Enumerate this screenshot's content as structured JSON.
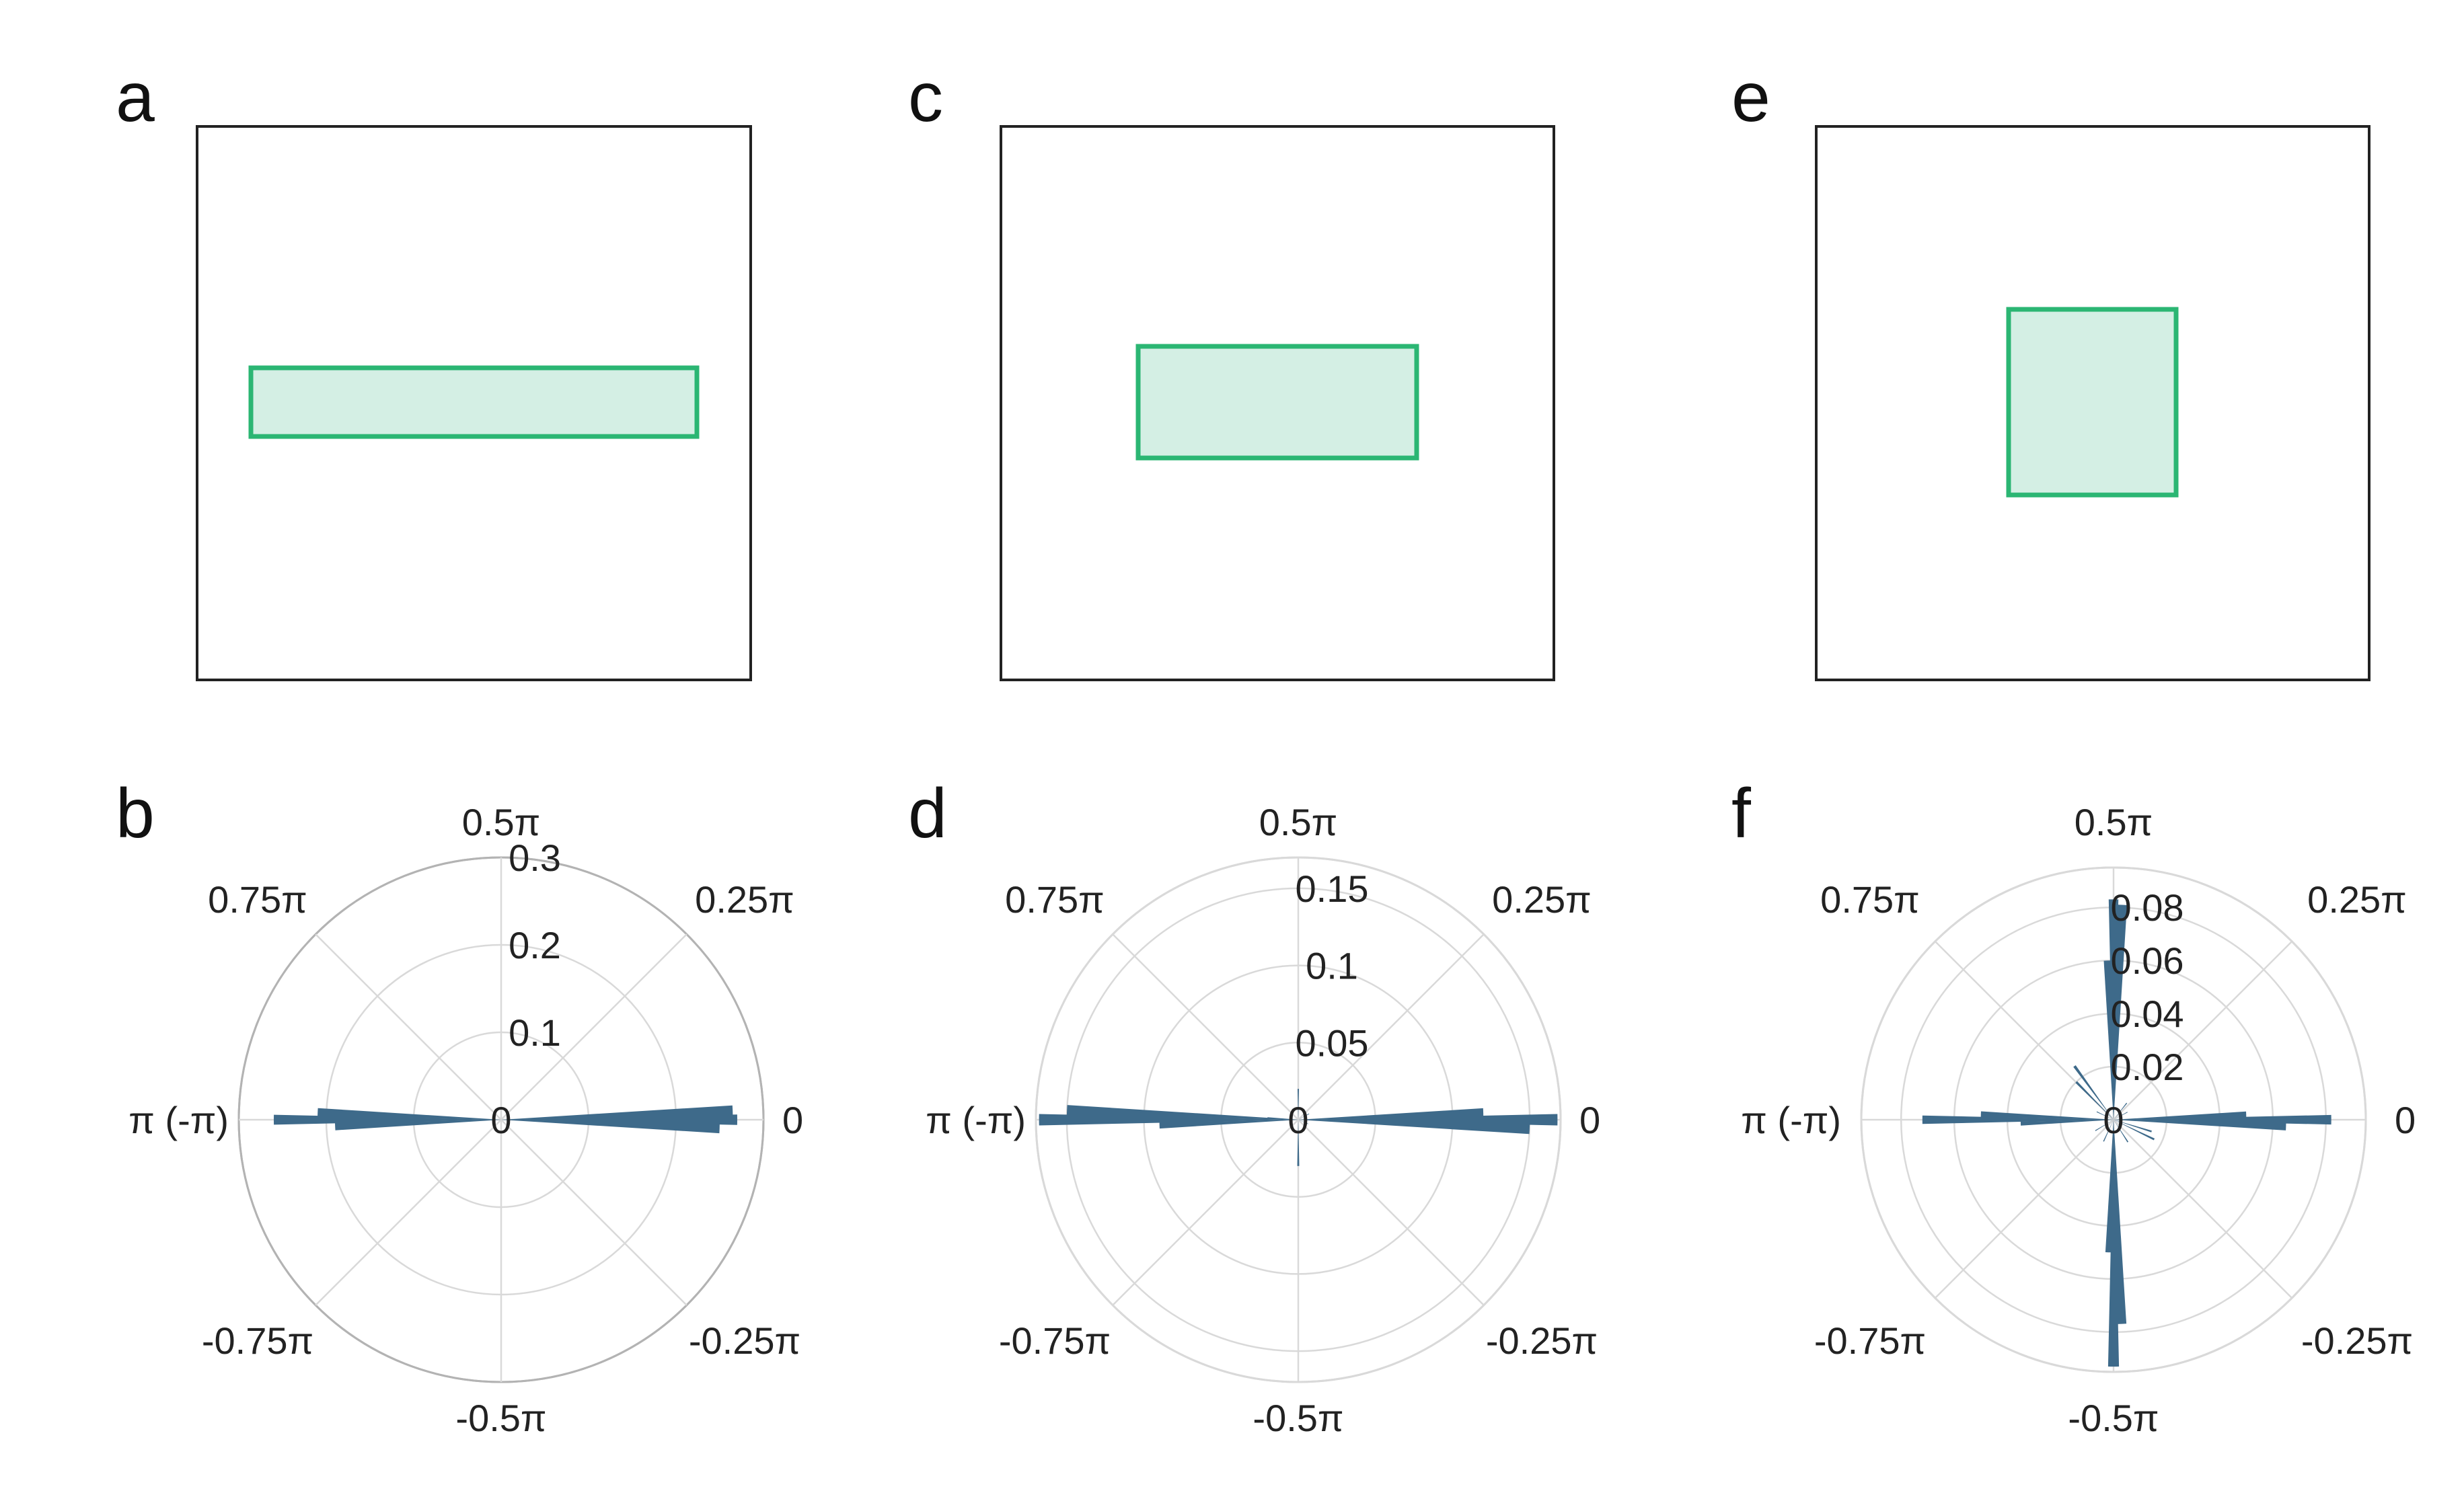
{
  "colors": {
    "rect_stroke": "#2BB673",
    "rect_fill": "#D4EFE4",
    "bar": "#3E6A8A",
    "grid": "#D9D9D9",
    "outer_ring_b": "#B3B3B3",
    "frame": "#222222"
  },
  "panels": [
    {
      "letter": "a",
      "shape": "rectangle",
      "aspect_label": ""
    },
    {
      "letter": "c",
      "shape": "rectangle",
      "aspect_label": ""
    },
    {
      "letter": "e",
      "shape": "rectangle",
      "aspect_label": ""
    }
  ],
  "chart_data": [
    {
      "letter": "b",
      "type": "polar-histogram",
      "title": "",
      "rmax": 0.3,
      "rticks": [
        0.1,
        0.2,
        0.3
      ],
      "rtick_labels": [
        "0",
        "0.1",
        "0.2",
        "0.3"
      ],
      "angle_labels": [
        "0",
        "0.25π",
        "0.5π",
        "0.75π",
        "π (-π)",
        "-0.75π",
        "-0.5π",
        "-0.25π"
      ],
      "outer_ring": "solid",
      "bars": [
        {
          "theta": 0.0,
          "r": 0.27
        },
        {
          "theta": 0.04,
          "r": 0.265
        },
        {
          "theta": -0.04,
          "r": 0.25
        },
        {
          "theta": 3.1416,
          "r": 0.26
        },
        {
          "theta": 3.1,
          "r": 0.21
        },
        {
          "theta": -3.1,
          "r": 0.19
        }
      ]
    },
    {
      "letter": "d",
      "type": "polar-histogram",
      "title": "",
      "rmax": 0.17,
      "rticks": [
        0.05,
        0.1,
        0.15,
        0.17
      ],
      "rtick_labels": [
        "0",
        "0.05",
        "0.1",
        "0.15"
      ],
      "angle_labels": [
        "0",
        "0.25π",
        "0.5π",
        "0.75π",
        "π (-π)",
        "-0.75π",
        "-0.5π",
        "-0.25π"
      ],
      "outer_ring": "grid",
      "bars": [
        {
          "theta": 0.0,
          "r": 0.168
        },
        {
          "theta": -0.04,
          "r": 0.15
        },
        {
          "theta": 0.04,
          "r": 0.12
        },
        {
          "theta": 3.1416,
          "r": 0.168
        },
        {
          "theta": 3.1,
          "r": 0.15
        },
        {
          "theta": -3.1,
          "r": 0.09
        },
        {
          "theta": 3.08,
          "r": 0.02
        },
        {
          "theta": 1.5708,
          "r": 0.02
        },
        {
          "theta": -1.5708,
          "r": 0.03
        },
        {
          "theta": 0.5,
          "r": 0.008
        },
        {
          "theta": -0.4,
          "r": 0.007
        }
      ]
    },
    {
      "letter": "f",
      "type": "polar-histogram",
      "title": "",
      "rmax": 0.095,
      "rticks": [
        0.02,
        0.04,
        0.06,
        0.08,
        0.095
      ],
      "rtick_labels": [
        "0",
        "0.02",
        "0.04",
        "0.06",
        "0.08"
      ],
      "angle_labels": [
        "0",
        "0.25π",
        "0.5π",
        "0.75π",
        "π (-π)",
        "-0.75π",
        "-0.5π",
        "-0.25π"
      ],
      "outer_ring": "grid",
      "bars": [
        {
          "theta": 1.5708,
          "r": 0.083
        },
        {
          "theta": 1.53,
          "r": 0.081
        },
        {
          "theta": 1.61,
          "r": 0.06
        },
        {
          "theta": -1.5708,
          "r": 0.093
        },
        {
          "theta": -1.53,
          "r": 0.077
        },
        {
          "theta": -1.61,
          "r": 0.05
        },
        {
          "theta": 0.0,
          "r": 0.082
        },
        {
          "theta": -0.04,
          "r": 0.065
        },
        {
          "theta": 0.04,
          "r": 0.05
        },
        {
          "theta": 3.1416,
          "r": 0.072
        },
        {
          "theta": 3.1,
          "r": 0.05
        },
        {
          "theta": -3.1,
          "r": 0.035
        },
        {
          "theta": 2.2,
          "r": 0.025
        },
        {
          "theta": 2.35,
          "r": 0.02
        },
        {
          "theta": -0.45,
          "r": 0.017
        },
        {
          "theta": -0.3,
          "r": 0.015
        },
        {
          "theta": 0.9,
          "r": 0.008
        },
        {
          "theta": -2.6,
          "r": 0.008
        },
        {
          "theta": -1.0,
          "r": 0.01
        },
        {
          "theta": -2.0,
          "r": 0.009
        },
        {
          "theta": 2.7,
          "r": 0.007
        },
        {
          "theta": 0.5,
          "r": 0.006
        }
      ]
    }
  ]
}
